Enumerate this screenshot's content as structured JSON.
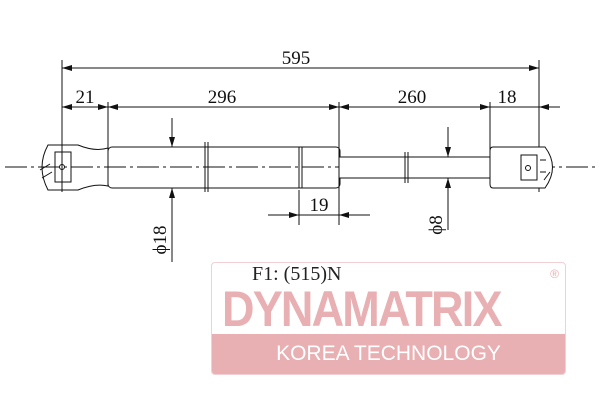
{
  "dimensions": {
    "overall_length": "595",
    "left_end": "21",
    "cylinder": "296",
    "stroke": "260",
    "right_end": "18",
    "collar": "19",
    "cylinder_diameter": "ϕ18",
    "rod_diameter": "ϕ8"
  },
  "logo": {
    "force": "F1: (515)N",
    "brand": "DYNAMATRIX",
    "registered": "®",
    "tagline": "KOREA TECHNOLOGY",
    "brand_color": "#e8b0b3"
  }
}
